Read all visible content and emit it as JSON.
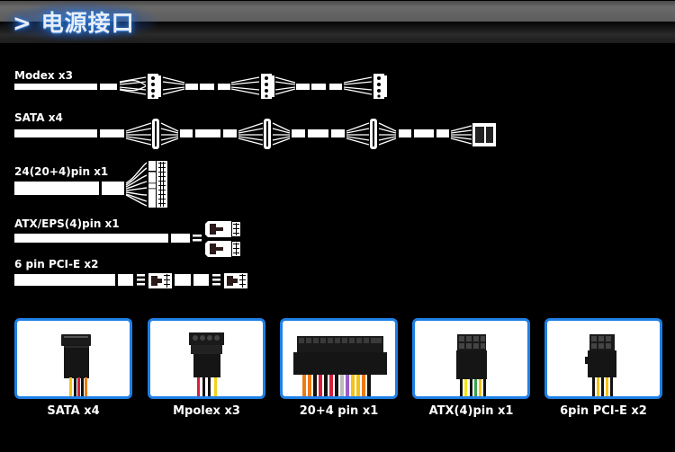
{
  "header": {
    "arrow": ">",
    "title": "电源接口",
    "accent": "#2f7fe0"
  },
  "cables": [
    {
      "label": "Modex x3",
      "connector": "molex",
      "count": 3
    },
    {
      "label": "SATA x4",
      "connector": "sata",
      "count": 4
    },
    {
      "label": "24(20+4)pin x1",
      "connector": "atx24",
      "count": 1
    },
    {
      "label": "ATX/EPS(4)pin x1",
      "connector": "eps4",
      "count": 1
    },
    {
      "label": "6 pin PCI-E x2",
      "connector": "pcie6",
      "count": 2
    }
  ],
  "cards": [
    {
      "label": "SATA x4",
      "connector": "sata"
    },
    {
      "label": "Mpolex x3",
      "connector": "molex"
    },
    {
      "label": "20+4 pin x1",
      "connector": "atx24"
    },
    {
      "label": "ATX(4)pin x1",
      "connector": "atx4"
    },
    {
      "label": "6pin PCI-E x2",
      "connector": "pcie6"
    }
  ],
  "colors": {
    "card_border": "#1f7fe6",
    "background": "#000000"
  }
}
